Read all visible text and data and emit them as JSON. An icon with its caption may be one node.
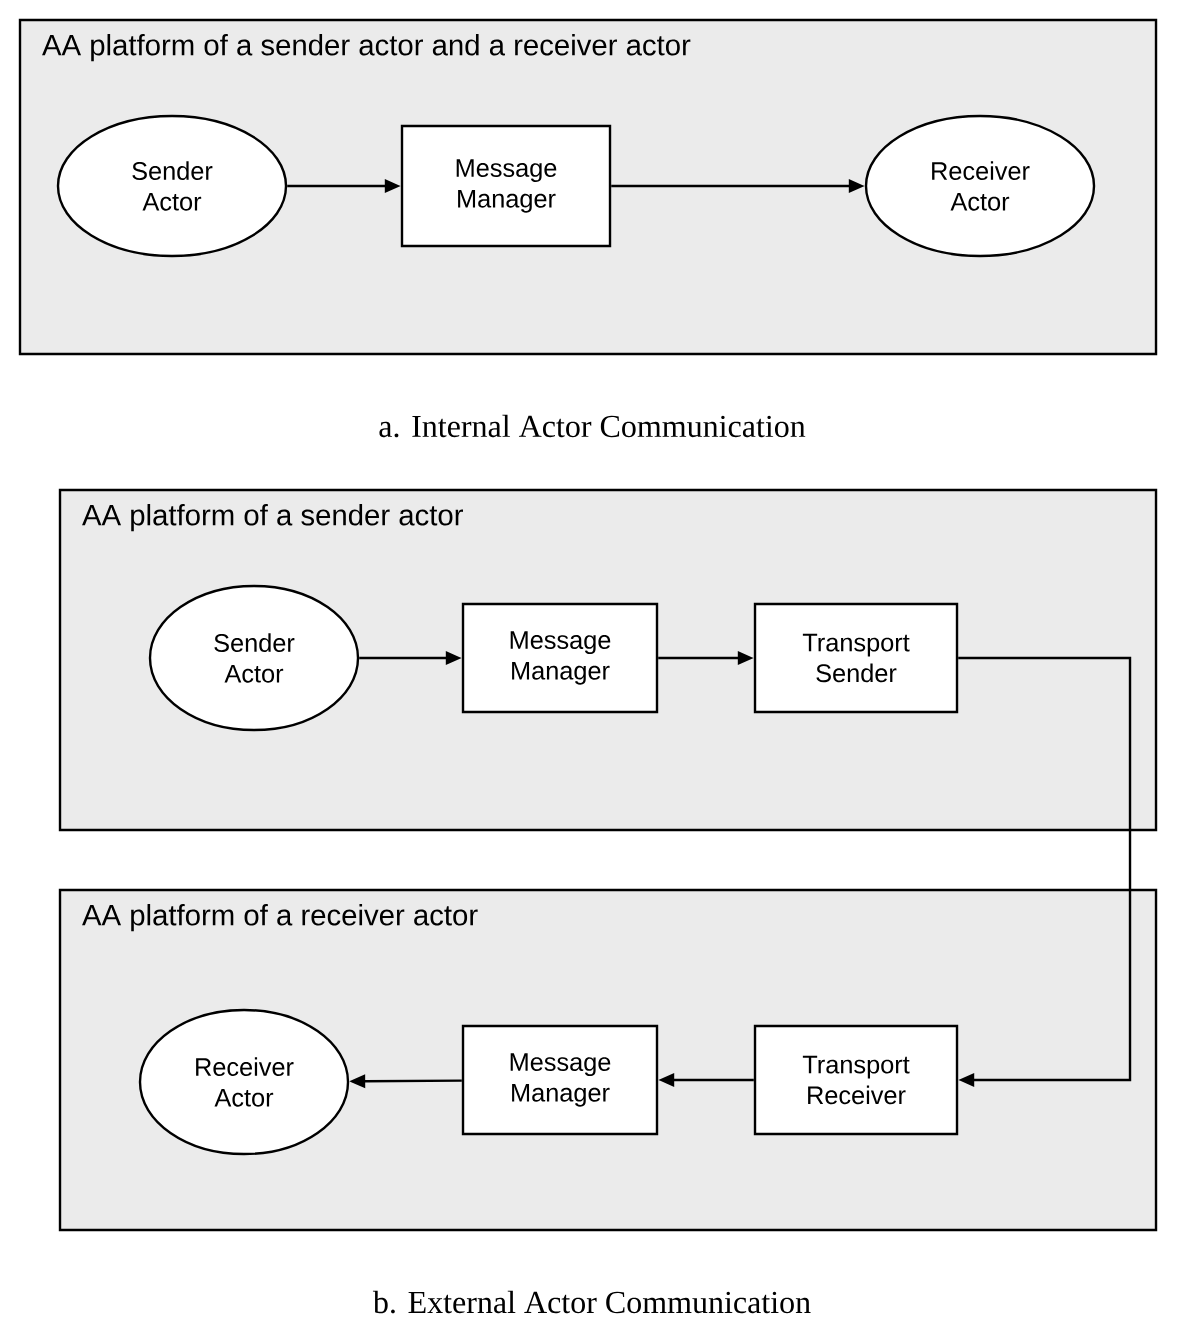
{
  "diagram": {
    "nodes": [
      {
        "text": [
          "AA platform of a sender actor and a receiver actor"
        ]
      },
      {
        "text": [
          "Sender Actor"
        ],
        "in": 0
      },
      {
        "text": [
          "Message Manager"
        ],
        "in": 0
      },
      {
        "text": [
          "Receiver Actor"
        ],
        "in": 0
      },
      {
        "text": [
          "AA platform of a sender actor"
        ]
      },
      {
        "text": [
          "Sender Actor"
        ],
        "in": 4
      },
      {
        "text": [
          "Message Manager"
        ],
        "in": 4
      },
      {
        "text": [
          "Transport Sender"
        ],
        "in": 4
      },
      {
        "text": [
          "AA platform of a receiver actor"
        ]
      },
      {
        "text": [
          "Receiver Actor"
        ],
        "in": 8
      },
      {
        "text": [
          "Message Manager"
        ],
        "in": 8
      },
      {
        "text": [
          "Transport Receiver"
        ],
        "in": 8
      }
    ],
    "edges": [
      {
        "from": 1,
        "to": 2,
        "arrow": "to"
      },
      {
        "from": 2,
        "to": 3,
        "arrow": "to"
      },
      {
        "from": 5,
        "to": 6,
        "arrow": "to"
      },
      {
        "from": 6,
        "to": 7,
        "arrow": "to"
      },
      {
        "from": 7,
        "to": 11,
        "arrow": "to"
      },
      {
        "from": 11,
        "to": 10,
        "arrow": "to"
      },
      {
        "from": 10,
        "to": 9,
        "arrow": "to"
      }
    ],
    "labels": [
      "a. Internal Actor Communication",
      "b. External Actor Communication"
    ]
  }
}
